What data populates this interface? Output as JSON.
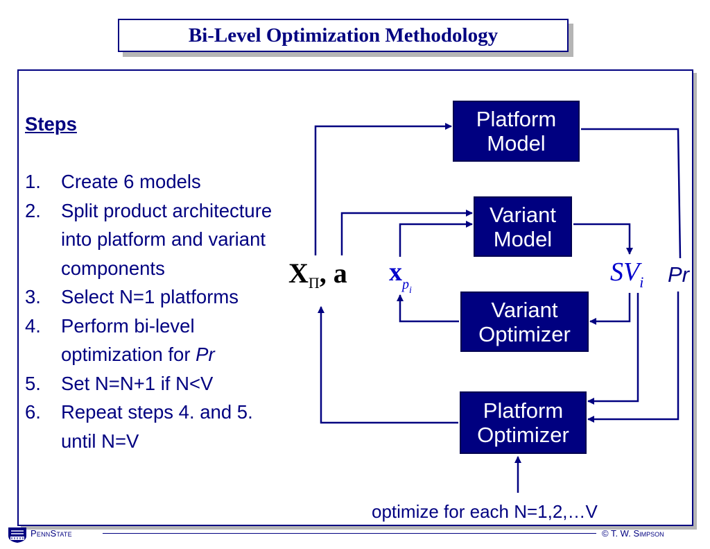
{
  "slide": {
    "title": "Bi-Level Optimization Methodology"
  },
  "steps": {
    "heading": "Steps",
    "items": [
      {
        "num": "1.",
        "text": "Create 6 models"
      },
      {
        "num": "2.",
        "text": "Split product architecture into platform and variant components"
      },
      {
        "num": "3.",
        "text": "Select N=1 platforms"
      },
      {
        "num": "4.",
        "text_pre": "Perform bi-level optimization for ",
        "text_em": "Pr"
      },
      {
        "num": "5.",
        "text": "Set N=N+1 if N<V"
      },
      {
        "num": "6.",
        "text": "Repeat steps 4. and 5. until N=V"
      }
    ]
  },
  "diagram": {
    "platform_model": [
      "Platform",
      "Model"
    ],
    "variant_model": [
      "Variant",
      "Model"
    ],
    "variant_optimizer": [
      "Variant",
      "Optimizer"
    ],
    "platform_optimizer": [
      "Platform",
      "Optimizer"
    ],
    "var_platform_main": "X",
    "var_platform_sub": "Π",
    "var_platform_rest": ", a",
    "var_variant_main": "x",
    "var_variant_sub": "p",
    "var_variant_subsub": "i",
    "var_sv_main": "SV",
    "var_sv_sub": "i",
    "var_pr": "Pr",
    "caption": "optimize for each N=1,2,…V",
    "line_color": "#000080"
  },
  "footer": {
    "logo_text": "PennState",
    "copyright": "© T. W. Simpson"
  }
}
